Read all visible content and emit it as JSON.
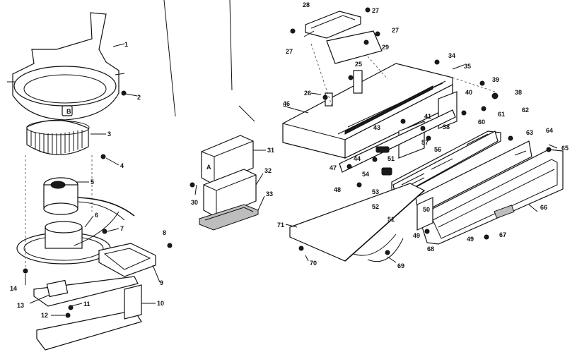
{
  "diagram": {
    "callouts": [
      {
        "id": "c1",
        "text": "1"
      },
      {
        "id": "c2",
        "text": "2"
      },
      {
        "id": "c3",
        "text": "3"
      },
      {
        "id": "c4",
        "text": "4"
      },
      {
        "id": "c5",
        "text": "5"
      },
      {
        "id": "c6",
        "text": "6"
      },
      {
        "id": "c7",
        "text": "7"
      },
      {
        "id": "c8",
        "text": "8"
      },
      {
        "id": "c9",
        "text": "9"
      },
      {
        "id": "c10",
        "text": "10"
      },
      {
        "id": "c11",
        "text": "11"
      },
      {
        "id": "c12",
        "text": "12"
      },
      {
        "id": "c13",
        "text": "13"
      },
      {
        "id": "c14",
        "text": "14"
      },
      {
        "id": "c28",
        "text": "28"
      },
      {
        "id": "c27a",
        "text": "27"
      },
      {
        "id": "c27b",
        "text": "27"
      },
      {
        "id": "c27c",
        "text": "27"
      },
      {
        "id": "c29",
        "text": "29"
      },
      {
        "id": "c34",
        "text": "34"
      },
      {
        "id": "c25",
        "text": "25"
      },
      {
        "id": "c35",
        "text": "35"
      },
      {
        "id": "c26",
        "text": "26"
      },
      {
        "id": "c46",
        "text": "46"
      },
      {
        "id": "c40",
        "text": "40"
      },
      {
        "id": "c39",
        "text": "39"
      },
      {
        "id": "c38a",
        "text": "38"
      },
      {
        "id": "c62",
        "text": "62"
      },
      {
        "id": "c61",
        "text": "61"
      },
      {
        "id": "c60",
        "text": "60"
      },
      {
        "id": "c41",
        "text": "41"
      },
      {
        "id": "c38b",
        "text": "38"
      },
      {
        "id": "c43",
        "text": "43"
      },
      {
        "id": "c57",
        "text": "57"
      },
      {
        "id": "c51a",
        "text": "51"
      },
      {
        "id": "c56",
        "text": "56"
      },
      {
        "id": "c44",
        "text": "44"
      },
      {
        "id": "c47",
        "text": "47"
      },
      {
        "id": "c63",
        "text": "63"
      },
      {
        "id": "c64",
        "text": "64"
      },
      {
        "id": "c65",
        "text": "65"
      },
      {
        "id": "c54",
        "text": "54"
      },
      {
        "id": "c48",
        "text": "48"
      },
      {
        "id": "c53",
        "text": "53"
      },
      {
        "id": "c52",
        "text": "52"
      },
      {
        "id": "c50",
        "text": "50"
      },
      {
        "id": "c66",
        "text": "66"
      },
      {
        "id": "c71",
        "text": "71"
      },
      {
        "id": "c51b",
        "text": "51"
      },
      {
        "id": "c49a",
        "text": "49"
      },
      {
        "id": "c68",
        "text": "68"
      },
      {
        "id": "c49b",
        "text": "49"
      },
      {
        "id": "c67",
        "text": "67"
      },
      {
        "id": "c69",
        "text": "69"
      },
      {
        "id": "c70",
        "text": "70"
      },
      {
        "id": "c31",
        "text": "31"
      },
      {
        "id": "c32",
        "text": "32"
      },
      {
        "id": "c30",
        "text": "30"
      },
      {
        "id": "c33",
        "text": "33"
      }
    ],
    "inline_marks": [
      {
        "id": "badge-b",
        "text": "B"
      },
      {
        "id": "filter-a",
        "text": "A"
      }
    ]
  }
}
